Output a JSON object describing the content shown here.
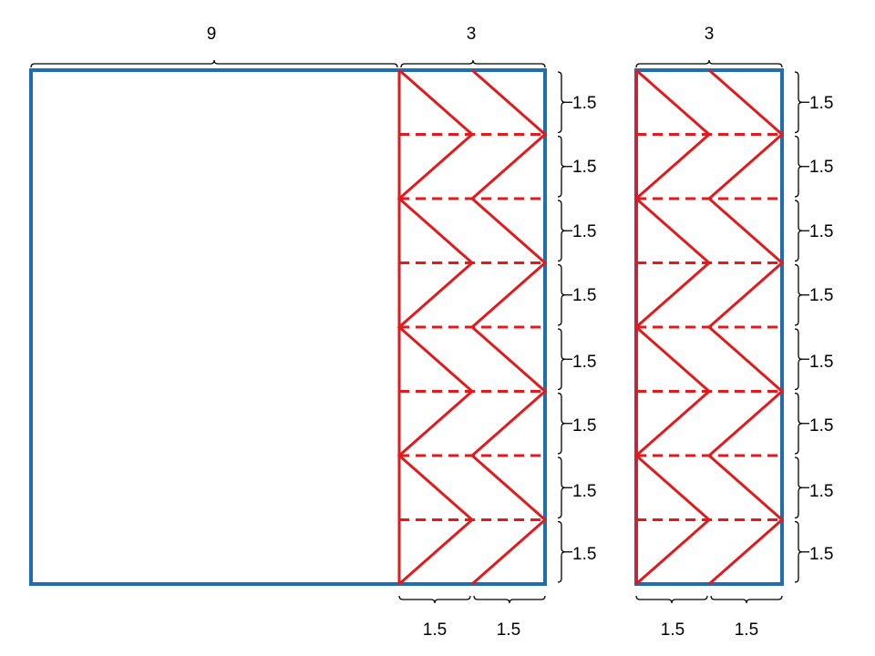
{
  "colors": {
    "frame": "#1f6fb0",
    "fold": "#e31a1c",
    "brace": "#000000",
    "text": "#000000"
  },
  "labels": {
    "top_wide": "9",
    "top_strip_left": "3",
    "top_strip_right": "3",
    "bottom_left": [
      "1.5",
      "1.5"
    ],
    "bottom_right": [
      "1.5",
      "1.5"
    ],
    "side_left": [
      "1.5",
      "1.5",
      "1.5",
      "1.5",
      "1.5",
      "1.5",
      "1.5",
      "1.5"
    ],
    "side_right": [
      "1.5",
      "1.5",
      "1.5",
      "1.5",
      "1.5",
      "1.5",
      "1.5",
      "1.5"
    ]
  }
}
